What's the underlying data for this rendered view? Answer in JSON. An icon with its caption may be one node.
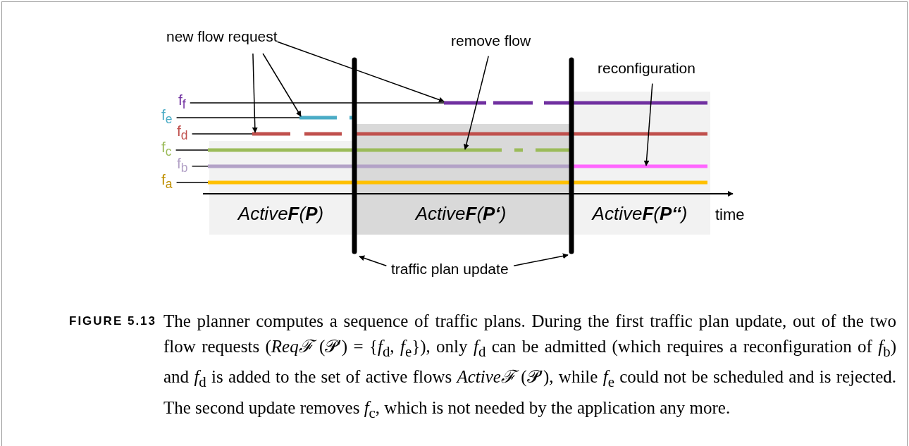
{
  "diagram": {
    "caption": "The planner computes a sequence of traffic plans. During the first traffic plan update, out of the two flow requests (*Reqℱ* (𝒫′) = {*f*$_{d}$, *f*$_{e}$}), only *f*$_{d}$ can be admitted (which requires a reconfiguration of *f*$_{b}$) and *f*$_{d}$ is added to the set of active flows *Activeℱ* (𝒫′), while *f*$_{e}$ could not be scheduled and is rejected. The second update removes *f*$_{c}$, which is not needed by the application any more.",
    "nodes": [
      {
        "text": [
          "new flow request"
        ]
      },
      {
        "text": [
          "remove flow"
        ]
      },
      {
        "text": [
          "reconfiguration"
        ]
      },
      {
        "text": [
          "traffic plan update"
        ]
      },
      {
        "text": [
          "f$_{f}$"
        ]
      },
      {
        "text": [
          "f$_{e}$"
        ]
      },
      {
        "text": [
          "f$_{d}$"
        ]
      },
      {
        "text": [
          "f$_{c}$"
        ]
      },
      {
        "text": [
          "f$_{b}$"
        ]
      },
      {
        "text": [
          "f$_{a}$"
        ]
      },
      {
        "text": [],
        "shape": "bar"
      },
      {
        "text": [],
        "shape": "bar"
      },
      {
        "text": [],
        "shape": "bar"
      },
      {
        "text": [],
        "shape": "bar"
      },
      {
        "text": [],
        "shape": "bar"
      },
      {
        "text": [],
        "shape": "bar"
      },
      {
        "text": [],
        "shape": "bar"
      },
      {
        "text": [],
        "shape": "bar"
      },
      {
        "text": [
          "Active**F**(**P**)"
        ]
      },
      {
        "text": [
          "Active**F**(**P‘**)"
        ]
      },
      {
        "text": [
          "Active**F**(**P‘‘**)"
        ]
      }
    ],
    "edges": [
      {
        "from": 4,
        "to": 10,
        "arrow": "none"
      },
      {
        "from": 5,
        "to": 11,
        "arrow": "none"
      },
      {
        "from": 6,
        "to": 12,
        "arrow": "none"
      },
      {
        "from": 7,
        "to": 13,
        "arrow": "none"
      },
      {
        "from": 8,
        "to": 14,
        "arrow": "none"
      },
      {
        "from": 9,
        "to": 15,
        "arrow": "none"
      },
      {
        "from": 0,
        "to": 12,
        "arrow": "to"
      },
      {
        "from": 0,
        "to": 11,
        "arrow": "to"
      },
      {
        "from": 0,
        "to": 10,
        "arrow": "to"
      },
      {
        "from": 1,
        "to": 13,
        "arrow": "to"
      },
      {
        "from": 2,
        "to": 14,
        "arrow": "to"
      },
      {
        "from": 3,
        "to": 16,
        "arrow": "to"
      },
      {
        "from": 3,
        "to": 17,
        "arrow": "to"
      }
    ],
    "labels": [
      "time",
      "FIGURE 5.13"
    ]
  }
}
